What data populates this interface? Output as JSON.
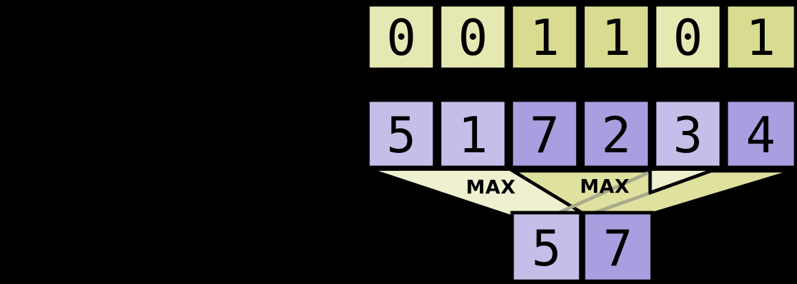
{
  "colors": {
    "background": "#000000",
    "cell_border": "#000000",
    "digit": "#000000",
    "mask_zero_fill": "#e6e8b3",
    "mask_one_fill": "#d9dc90",
    "value_light_fill": "#c6bde8",
    "value_dark_fill": "#a89fe0",
    "funnel_light_fill": "#eef0d0",
    "funnel_dark_fill": "#dfe19e",
    "funnel_overlap_line": "#a9aa8b"
  },
  "mask_row": {
    "cells": [
      {
        "value": "0",
        "fill": "#e6e8b3"
      },
      {
        "value": "0",
        "fill": "#e6e8b3"
      },
      {
        "value": "1",
        "fill": "#d9dc90"
      },
      {
        "value": "1",
        "fill": "#d9dc90"
      },
      {
        "value": "0",
        "fill": "#e6e8b3"
      },
      {
        "value": "1",
        "fill": "#d9dc90"
      }
    ]
  },
  "values_row": {
    "cells": [
      {
        "value": "5",
        "fill": "#c6bde8"
      },
      {
        "value": "1",
        "fill": "#c6bde8"
      },
      {
        "value": "7",
        "fill": "#a89fe0"
      },
      {
        "value": "2",
        "fill": "#a89fe0"
      },
      {
        "value": "3",
        "fill": "#c6bde8"
      },
      {
        "value": "4",
        "fill": "#a89fe0"
      }
    ]
  },
  "reductions": {
    "left": {
      "label": "MAX"
    },
    "right": {
      "label": "MAX"
    }
  },
  "output_row": {
    "cells": [
      {
        "value": "5",
        "fill": "#c6bde8"
      },
      {
        "value": "7",
        "fill": "#a89fe0"
      }
    ]
  }
}
